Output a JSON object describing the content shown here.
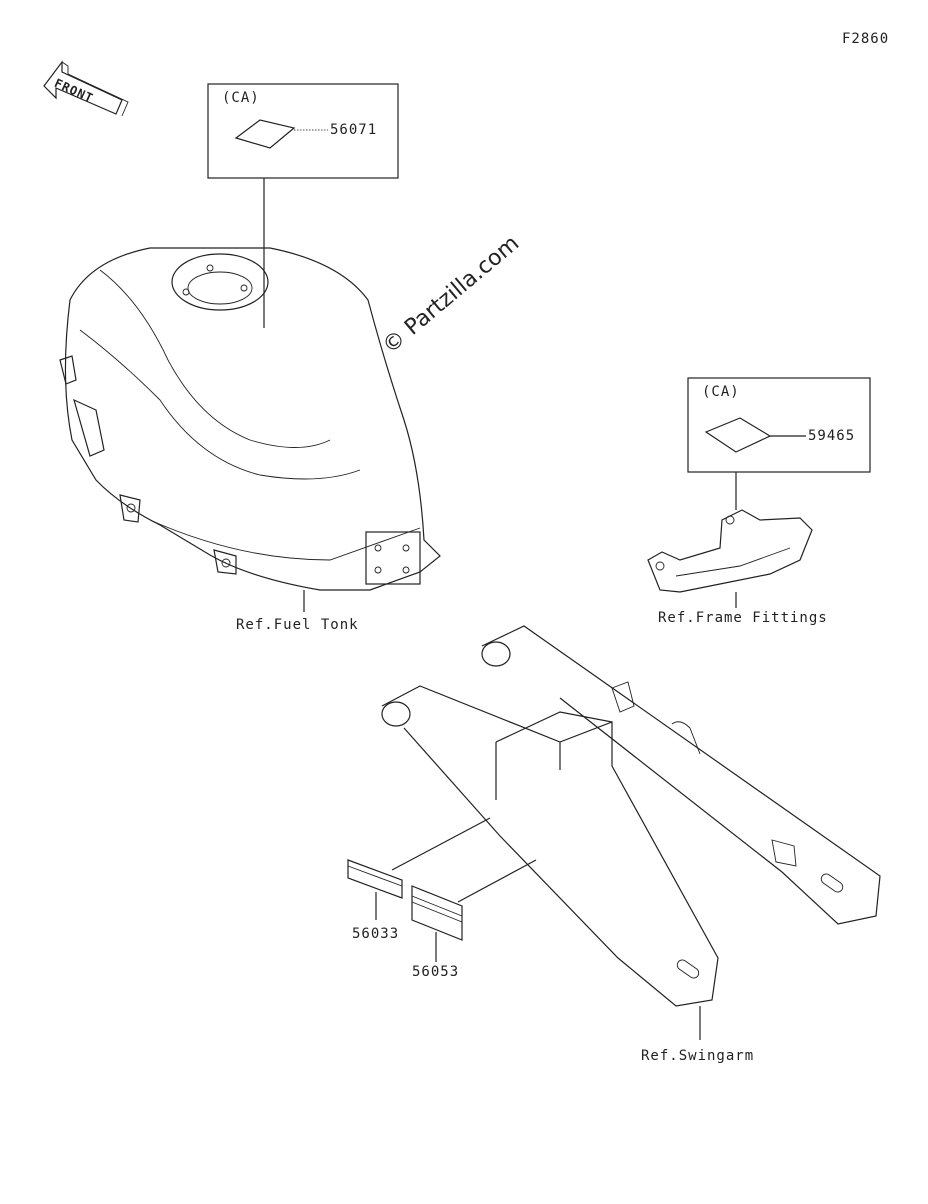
{
  "figure_code": "F2860",
  "front_label": "FRONT",
  "watermark": "© Partzilla.com",
  "callouts": {
    "tank_group": {
      "region": "(CA)",
      "part": "56071"
    },
    "frame_group": {
      "region": "(CA)",
      "part": "59465"
    },
    "label_a": "56033",
    "label_b": "56053"
  },
  "refs": {
    "fuel_tank": "Ref.Fuel Tonk",
    "frame_fittings": "Ref.Frame Fittings",
    "swingarm": "Ref.Swingarm"
  }
}
